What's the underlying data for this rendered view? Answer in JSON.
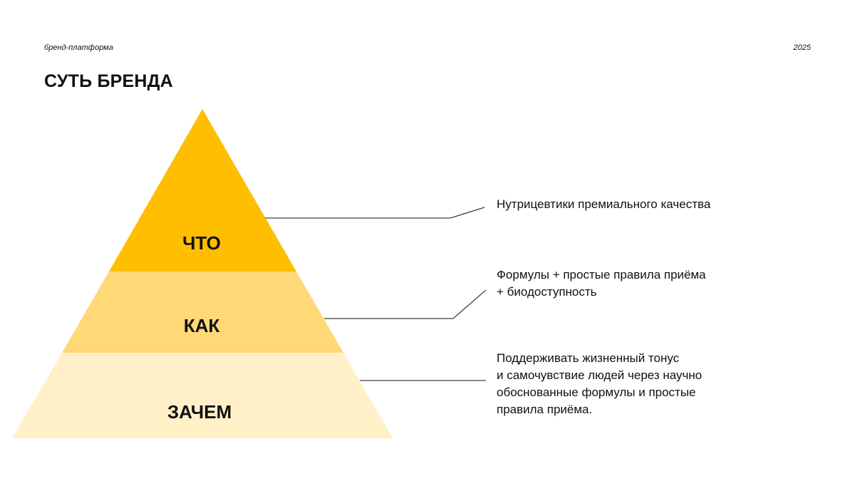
{
  "header": {
    "left_text": "бренд-платформа",
    "right_text": "2025"
  },
  "title": "СУТЬ БРЕНДА",
  "colors": {
    "tier_top": "#FFBE00",
    "tier_middle": "#FFD977",
    "tier_bottom": "#FFF0C7",
    "connector": "#111111"
  },
  "pyramid": {
    "tiers": [
      {
        "label": "ЧТО",
        "description_lines": [
          "Нутрицевтики премиального качества"
        ]
      },
      {
        "label": "КАК",
        "description_lines": [
          "Формулы + простые правила приёма",
          "+ биодоступность"
        ]
      },
      {
        "label": "ЗАЧЕМ",
        "description_lines": [
          "Поддерживать жизненный тонус",
          "и самочувствие людей через научно",
          "обоснованные формулы и простые",
          "правила приёма."
        ]
      }
    ]
  }
}
